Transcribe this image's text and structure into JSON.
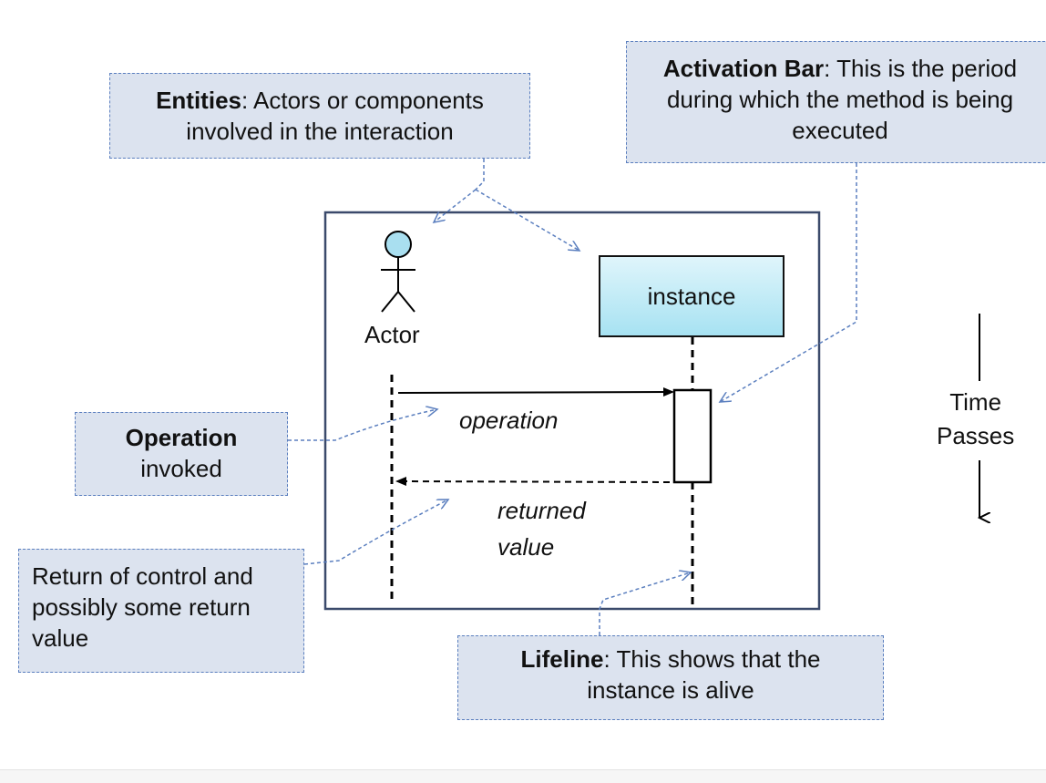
{
  "entities": {
    "bold": "Entities",
    "text": ":  Actors or components",
    "line2": "involved in the interaction"
  },
  "activation_bar": {
    "bold": "Activation Bar",
    "text": ": This is the period",
    "line2": "during which the method is being",
    "line3": "executed"
  },
  "operation_note": {
    "bold": "Operation",
    "line2": "invoked"
  },
  "return_note": {
    "text": "Return of control and possibly some return value"
  },
  "lifeline_note": {
    "bold": "Lifeline",
    "text": ": This shows that the",
    "line2": "instance is alive"
  },
  "diagram": {
    "actor_label": "Actor",
    "instance_label": "instance",
    "operation_label": "operation",
    "returned_line1": "returned",
    "returned_line2": "value"
  },
  "time": {
    "line1": "Time",
    "line2": "Passes"
  },
  "colors": {
    "callout_fill": "#dce3ef",
    "callout_border": "#5b7fbf",
    "pointer_arrow": "#5b7fbf",
    "actor_head": "#a9dff0",
    "instance_fill_top": "#dff5fb",
    "instance_fill_bottom": "#a7e2f2"
  }
}
